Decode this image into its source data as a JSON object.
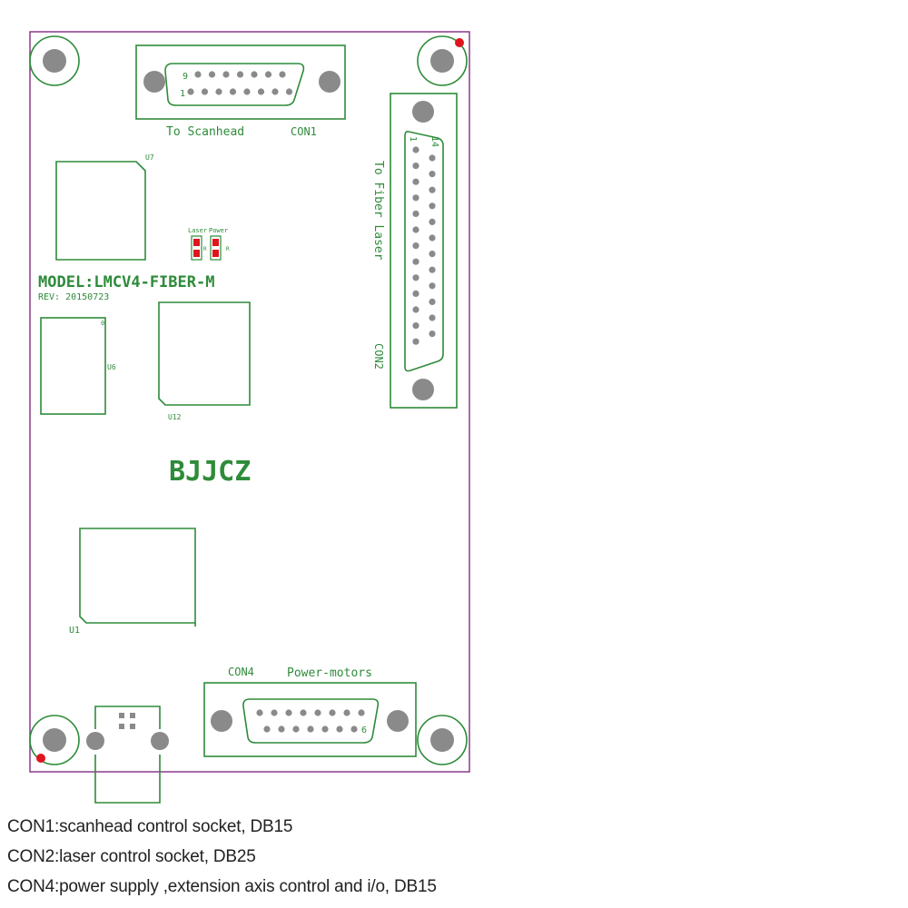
{
  "board": {
    "con1_label": "CON1",
    "con1_caption": "To Scanhead",
    "con1_pin_first": "1",
    "con1_pin_last": "9",
    "con2_label": "CON2",
    "con2_caption": "To Fiber Laser",
    "con2_pin_first": "1",
    "con2_pin_last": "14",
    "con4_label": "CON4",
    "con4_caption": "Power-motors",
    "con4_pin_mark": "6",
    "model": "MODEL:LMCV4-FIBER-M",
    "rev": "REV: 20150723",
    "brand": "BJJCZ",
    "led_label_laser": "Laser",
    "led_label_power": "Power",
    "led_mark": "R",
    "u7": "U7",
    "u6": "U6",
    "u6_mark": "0",
    "u12": "U12",
    "u1": "U1"
  },
  "descriptions": [
    "CON1:scanhead control socket, DB15",
    "CON2:laser control socket, DB25",
    "CON4:power supply ,extension axis control and i/o, DB15"
  ],
  "colors": {
    "silkscreen": "#2e8b3a",
    "board_outline": "#8a3a8a",
    "marker": "#e0141e",
    "hole": "#8a8a8a"
  }
}
